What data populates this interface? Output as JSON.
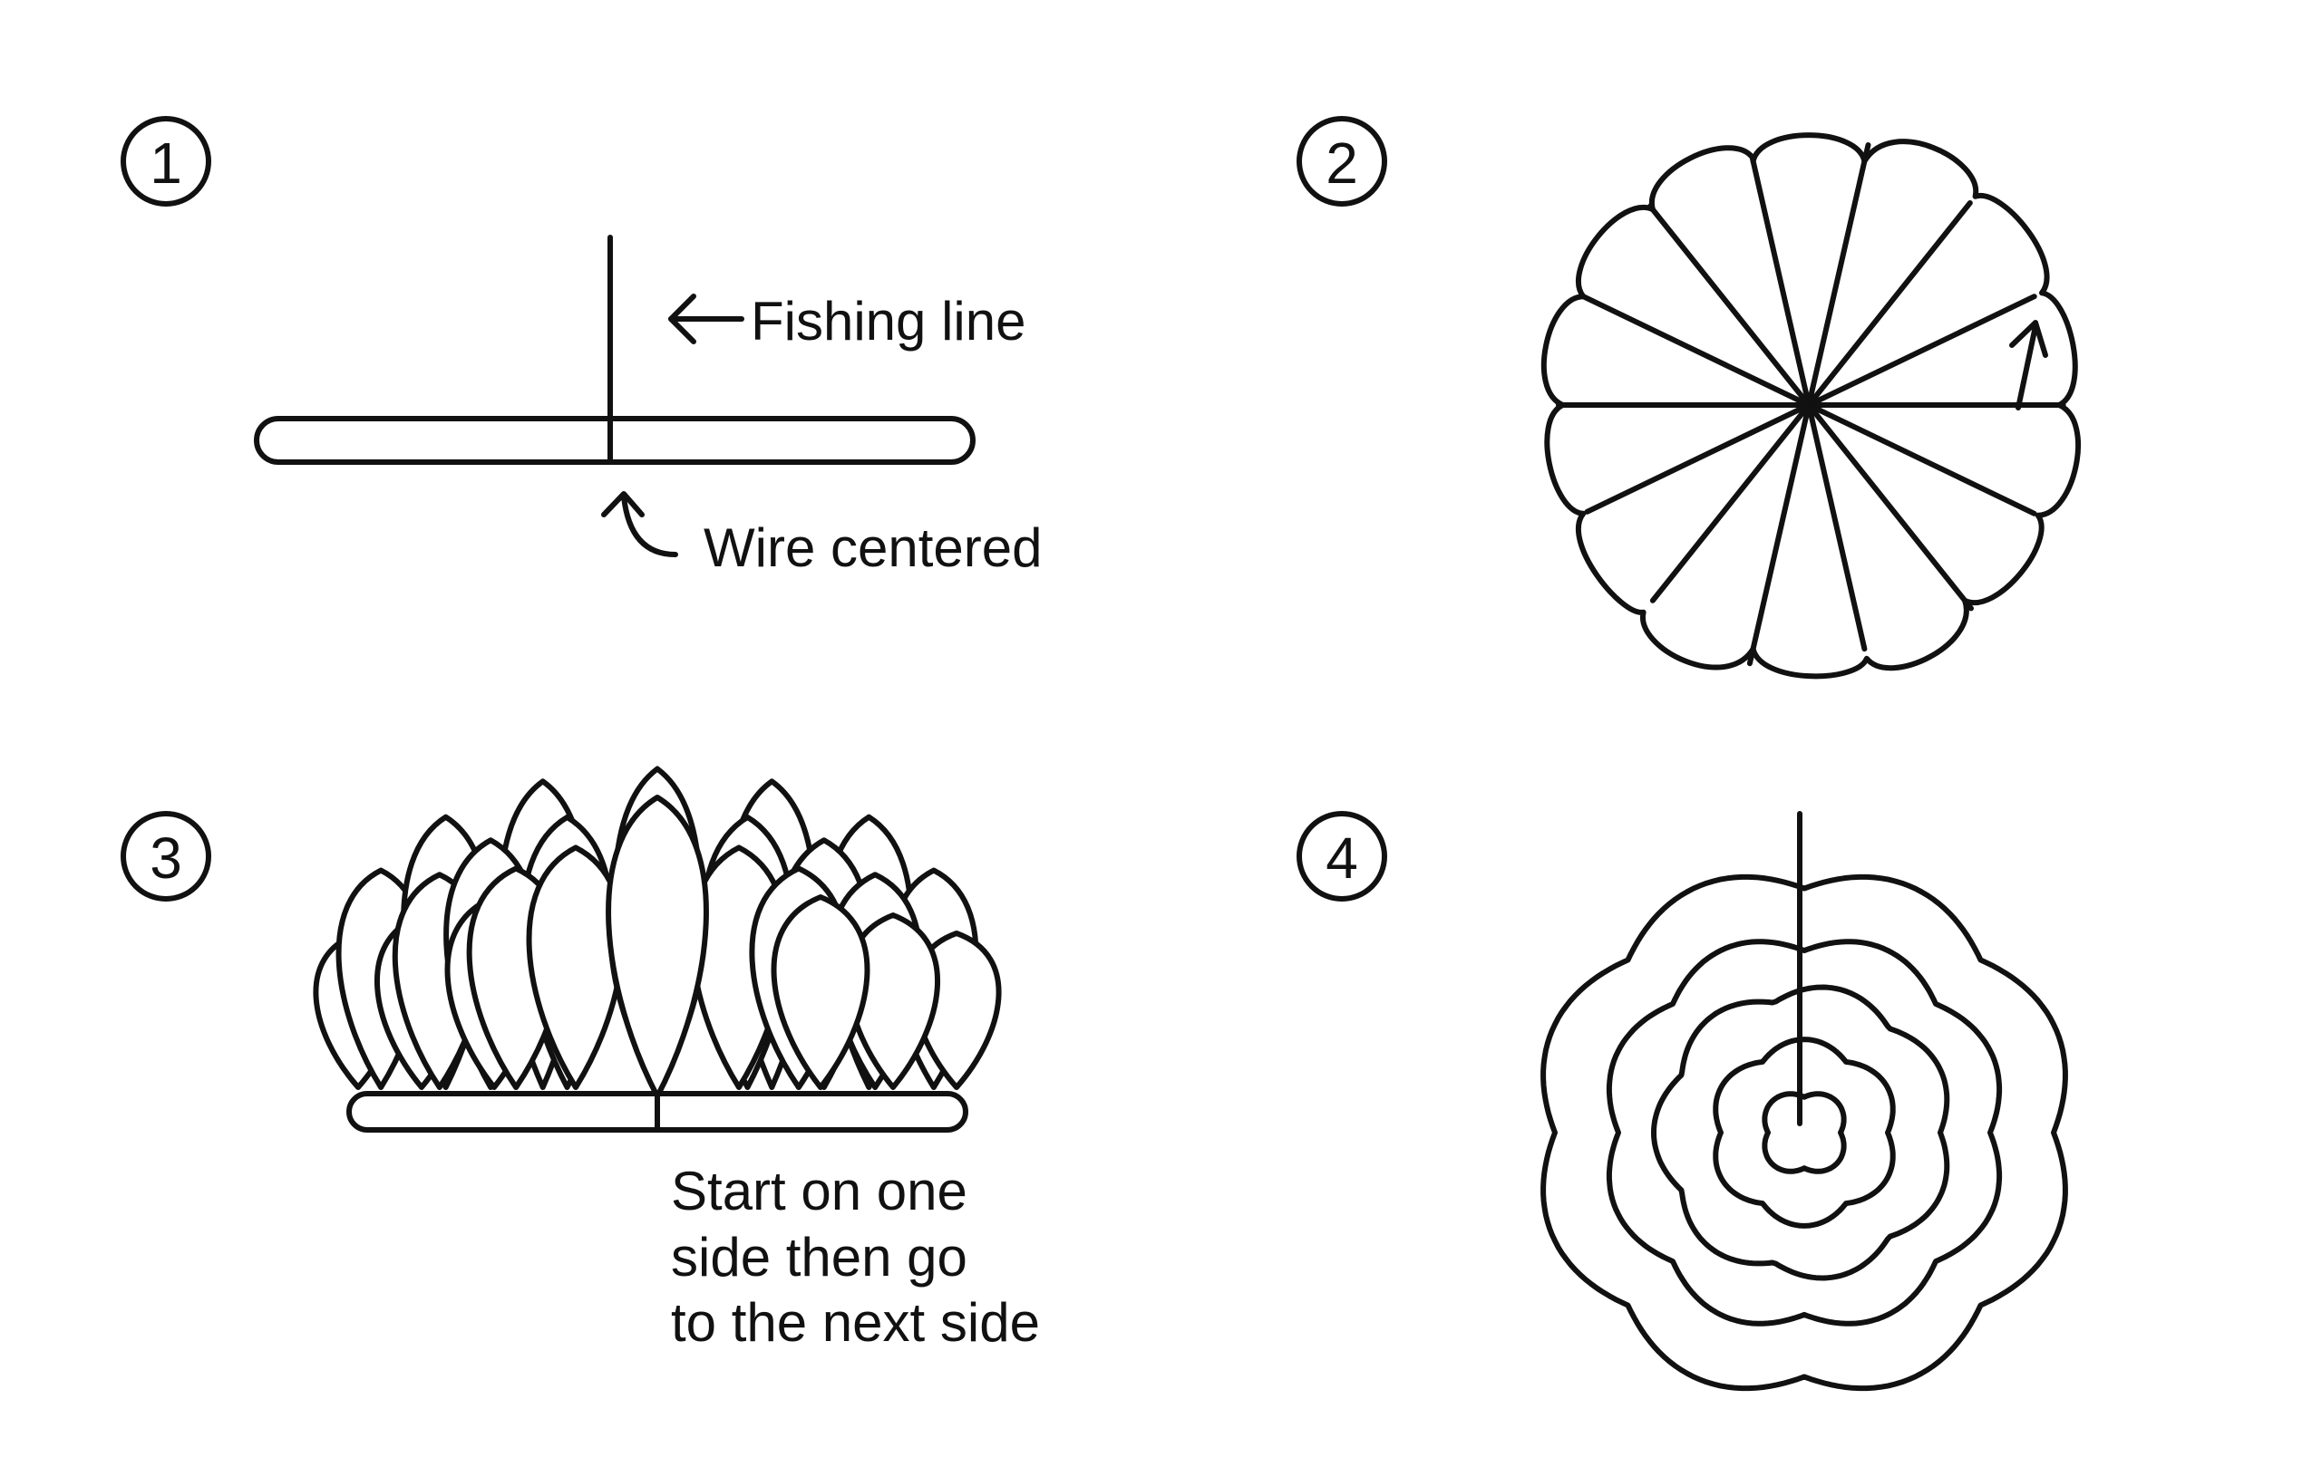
{
  "steps": [
    {
      "number": "1"
    },
    {
      "number": "2"
    },
    {
      "number": "3"
    },
    {
      "number": "4"
    }
  ],
  "labels": {
    "fishing_line": "Fishing line",
    "wire_centered": "Wire centered",
    "instruction_line1": "Start on one",
    "instruction_line2": "side then go",
    "instruction_line3": "to the next side"
  },
  "colors": {
    "ink": "#111111",
    "background": "#ffffff"
  }
}
